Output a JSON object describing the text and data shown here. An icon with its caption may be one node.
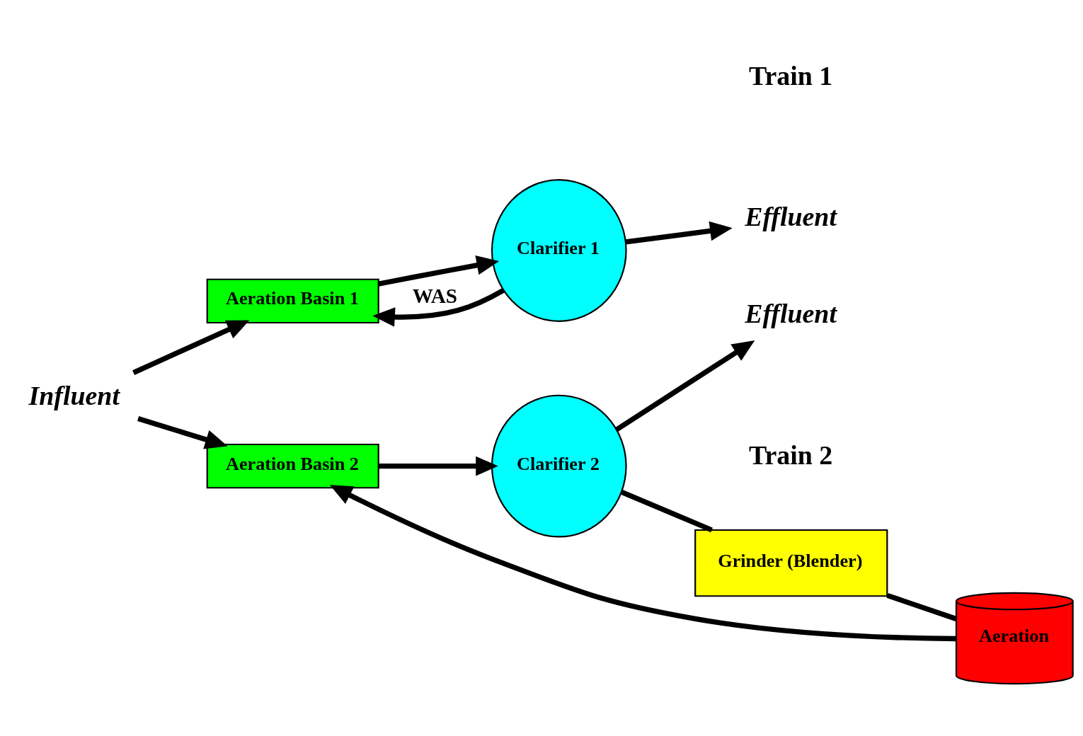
{
  "diagram": {
    "nodes": [
      {
        "text": [
          "Influent"
        ]
      },
      {
        "text": [
          "Aeration Basin 1"
        ]
      },
      {
        "text": [
          "Clarifier 1"
        ]
      },
      {
        "text": [
          "Effluent"
        ]
      },
      {
        "text": [
          "Aeration Basin 2"
        ]
      },
      {
        "text": [
          "Clarifier 2"
        ]
      },
      {
        "text": [
          "Effluent"
        ]
      },
      {
        "text": [
          "Grinder (Blender)"
        ]
      },
      {
        "text": [
          "Aeration"
        ]
      }
    ],
    "edges": [
      {
        "from": 0,
        "to": 1,
        "arrow": "to"
      },
      {
        "from": 1,
        "to": 2,
        "arrow": "to"
      },
      {
        "from": 2,
        "to": 3,
        "arrow": "to"
      },
      {
        "from": 2,
        "to": 1,
        "arrow": "to",
        "label": "WAS"
      },
      {
        "from": 0,
        "to": 4,
        "arrow": "to"
      },
      {
        "from": 4,
        "to": 5,
        "arrow": "to"
      },
      {
        "from": 5,
        "to": 6,
        "arrow": "to"
      },
      {
        "from": 5,
        "to": 7,
        "arrow": "none"
      },
      {
        "from": 7,
        "to": 8,
        "arrow": "none"
      },
      {
        "from": 8,
        "to": 4,
        "arrow": "to"
      }
    ],
    "labels": [
      "Train 1",
      "Train 2"
    ]
  }
}
